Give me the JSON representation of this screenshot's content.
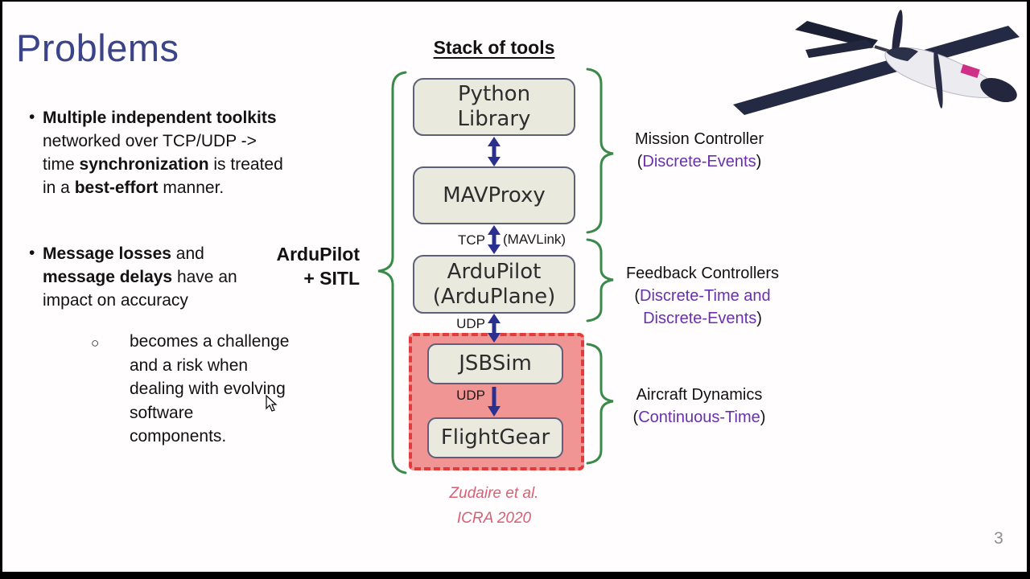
{
  "colors": {
    "title_text": "#3b4488",
    "body_text": "#121212",
    "purple": "#6a2fb0",
    "green": "#3a8a4a",
    "navy": "#2b2f8e",
    "box_fill": "#e9e9dd",
    "box_border": "#5c6078",
    "box_text": "#2d2d2d",
    "red_fill": "#f09494",
    "red_border": "#e23b3b",
    "citation": "#d95f72",
    "page_gray": "#8f8f8f"
  },
  "icons": {
    "bullet": "•",
    "sub_bullet": "○"
  },
  "slide": {
    "title": "Problems",
    "page_number": "3"
  },
  "content": {
    "bullets": [
      {
        "segments": [
          {
            "text": "Multiple independent toolkits",
            "bold": true
          },
          {
            "text": " networked over TCP/UDP -> time ",
            "bold": false
          },
          {
            "text": "synchronization",
            "bold": true
          },
          {
            "text": " is treated in a ",
            "bold": false
          },
          {
            "text": "best-effort",
            "bold": true
          },
          {
            "text": " manner.",
            "bold": false
          }
        ]
      },
      {
        "segments": [
          {
            "text": "Message losses",
            "bold": true
          },
          {
            "text": " and ",
            "bold": false
          },
          {
            "text": "message delays",
            "bold": true
          },
          {
            "text": " have an impact on accuracy",
            "bold": false
          }
        ]
      }
    ],
    "sub_bullet": {
      "segments": [
        {
          "text": "becomes a challenge and a risk when dealing with evolving software components.",
          "bold": false
        }
      ]
    }
  },
  "stack": {
    "heading": "Stack of tools",
    "group_label_line1": "ArduPilot",
    "group_label_line2": "+ SITL",
    "boxes": [
      {
        "id": "python-library",
        "lines": [
          "Python",
          "Library"
        ]
      },
      {
        "id": "mavproxy",
        "lines": [
          "MAVProxy"
        ]
      },
      {
        "id": "ardupilot",
        "lines": [
          "ArduPilot",
          "(ArduPlane)"
        ]
      },
      {
        "id": "jsbsim",
        "lines": [
          "JSBSim"
        ]
      },
      {
        "id": "flightgear",
        "lines": [
          "FlightGear"
        ]
      }
    ],
    "connection_labels": {
      "tcp": "TCP",
      "mavlink": "(MAVLink)",
      "udp_upper": "UDP",
      "udp_lower": "UDP"
    },
    "annotations": [
      {
        "label": "Mission Controller",
        "paren_open": "(",
        "sub": "Discrete-Events",
        "paren_close": ")"
      },
      {
        "label": "Feedback Controllers",
        "paren_open": "(",
        "sub": "Discrete-Time and Discrete-Events",
        "paren_close": ")"
      },
      {
        "label": "Aircraft Dynamics",
        "paren_open": "(",
        "sub": "Continuous-Time",
        "paren_close": ")"
      }
    ],
    "citation_line1": "Zudaire et al.",
    "citation_line2": "ICRA 2020"
  }
}
